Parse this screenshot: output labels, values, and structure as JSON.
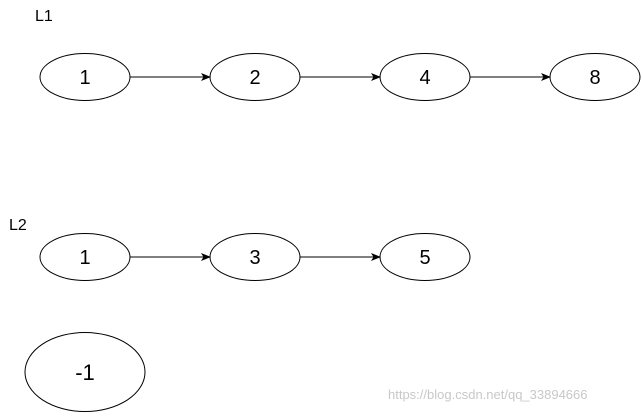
{
  "lists": {
    "l1": {
      "label": "L1",
      "nodes": [
        "1",
        "2",
        "4",
        "8"
      ]
    },
    "l2": {
      "label": "L2",
      "nodes": [
        "1",
        "3",
        "5"
      ]
    }
  },
  "extra_node": {
    "value": "-1"
  },
  "watermark": "https://blog.csdn.net/qq_33894666"
}
